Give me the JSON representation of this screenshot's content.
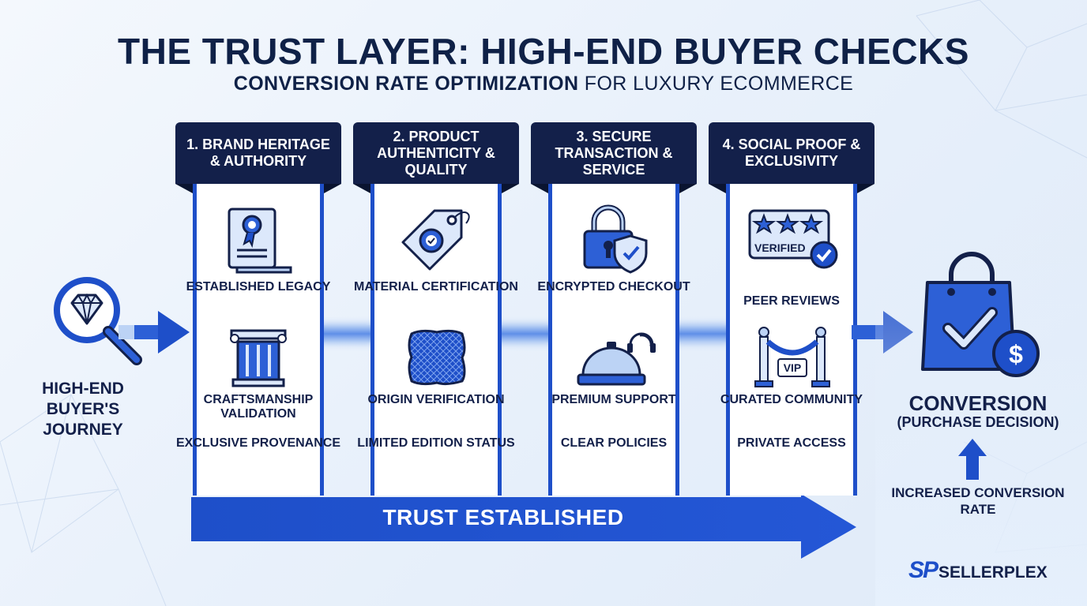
{
  "title": "THE TRUST LAYER: HIGH-END BUYER CHECKS",
  "subtitle": {
    "bold": "CONVERSION RATE OPTIMIZATION",
    "rest": " FOR LUXURY ECOMMERCE"
  },
  "journey": {
    "label": "HIGH-END BUYER'S JOURNEY",
    "icon": "diamond-magnifier-icon"
  },
  "columns": [
    {
      "header": "1. BRAND HERITAGE & AUTHORITY",
      "items": [
        {
          "label": "ESTABLISHED LEGACY",
          "icon": "certificate-scroll-icon"
        },
        {
          "label": "CRAFTSMANSHIP VALIDATION",
          "icon": "classical-column-icon"
        },
        {
          "label": "EXCLUSIVE PROVENANCE"
        }
      ]
    },
    {
      "header": "2. PRODUCT AUTHENTICITY & QUALITY",
      "items": [
        {
          "label": "MATERIAL CERTIFICATION",
          "icon": "authenticity-tag-icon"
        },
        {
          "label": "ORIGIN VERIFICATION",
          "icon": "fabric-swatch-icon"
        },
        {
          "label": "LIMITED EDITION STATUS"
        }
      ]
    },
    {
      "header": "3. SECURE TRANSACTION & SERVICE",
      "items": [
        {
          "label": "ENCRYPTED CHECKOUT",
          "icon": "padlock-shield-icon"
        },
        {
          "label": "PREMIUM SUPPORT",
          "icon": "service-bell-headset-icon"
        },
        {
          "label": "CLEAR POLICIES"
        }
      ]
    },
    {
      "header": "4. SOCIAL PROOF & EXCLUSIVITY",
      "items": [
        {
          "label": "PEER REVIEWS",
          "icon": "verified-stars-icon",
          "badge": "VERIFIED"
        },
        {
          "label": "CURATED COMMUNITY",
          "icon": "vip-rope-icon",
          "badge": "VIP"
        },
        {
          "label": "PRIVATE ACCESS"
        }
      ]
    }
  ],
  "trust_band": "TRUST ESTABLISHED",
  "conversion": {
    "title": "CONVERSION",
    "subtitle": "(PURCHASE DECISION)",
    "icon": "shopping-bag-check-dollar-icon"
  },
  "rate": "INCREASED CONVERSION RATE",
  "brand": {
    "mark": "SP",
    "name": "SELLERPLEX"
  },
  "colors": {
    "navy": "#13204a",
    "blue": "#1e4fc9",
    "light_blue": "#dce8fb"
  }
}
